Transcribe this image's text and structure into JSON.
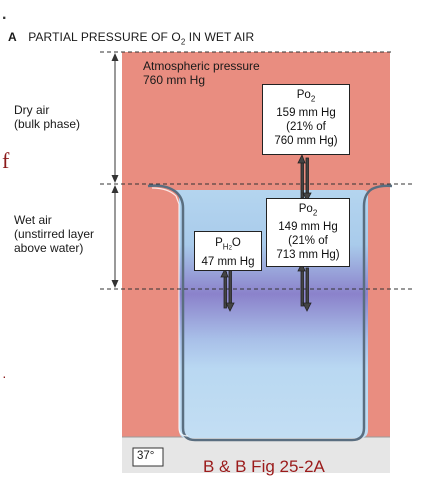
{
  "figure": {
    "panel_letter": "A",
    "title": "PARTIAL PRESSURE OF O",
    "title_sub": "2",
    "title_tail": " IN WET AIR",
    "atmospheric_label": "Atmospheric pressure",
    "atmospheric_value": "760 mm Hg",
    "dry_air_line1": "Dry air",
    "dry_air_line2": "(bulk phase)",
    "wet_air_line1": "Wet air",
    "wet_air_line2": "(unstirred layer",
    "wet_air_line3": "above water)",
    "po2_dry": {
      "symbol": "Po",
      "symbol_sub": "2",
      "value": "159 mm Hg",
      "pct": "(21% of",
      "of_total": "760 mm Hg)"
    },
    "po2_wet": {
      "symbol": "Po",
      "symbol_sub": "2",
      "value": "149 mm Hg",
      "pct": "(21% of",
      "of_total": "713 mm Hg)"
    },
    "ph2o": {
      "symbol": "P",
      "symbol_sub": "H",
      "symbol_sub2": "2",
      "symbol_tail": "O",
      "value": "47 mm Hg"
    },
    "temperature": "37°",
    "caption": "B & B Fig 25-2A",
    "stray_glyph": "f"
  },
  "colors": {
    "atmosphere": "#e98d80",
    "water_top": "#b3d4ee",
    "water_mid": "#8b83cc",
    "water_bottom": "#bcd9f1",
    "floor": "#e6e6e6",
    "caption": "#9b1b1b",
    "stray_glyph": "#8b1a1a"
  }
}
